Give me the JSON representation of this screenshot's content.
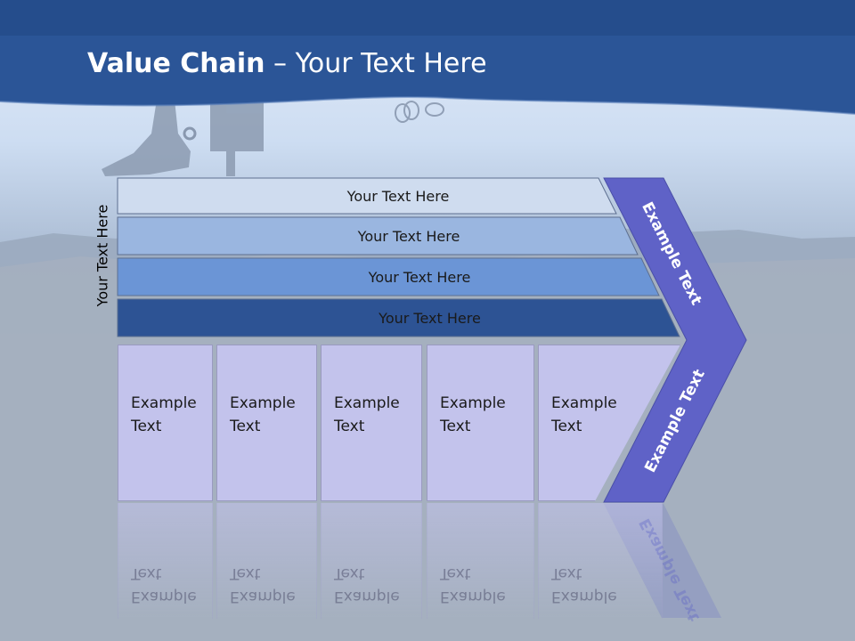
{
  "title": {
    "bold": "Value Chain",
    "rest": " – Your Text Here"
  },
  "side_label": "Your Text Here",
  "layers": [
    {
      "label": "Your Text Here",
      "fill": "#cfdcef"
    },
    {
      "label": "Your Text Here",
      "fill": "#9ab6e0"
    },
    {
      "label": "Your Text Here",
      "fill": "#6b95d6"
    },
    {
      "label": "Your Text Here",
      "fill": "#2d5394"
    }
  ],
  "cells": [
    "Example\nText",
    "Example\nText",
    "Example\nText",
    "Example\nText",
    "Example\nText"
  ],
  "arrow": {
    "upper_text": "Example Text",
    "lower_text": "Example Text",
    "fill": "#5f62c7"
  },
  "colors": {
    "header": "#2b5597",
    "cell_fill": "#c3c3ec"
  }
}
